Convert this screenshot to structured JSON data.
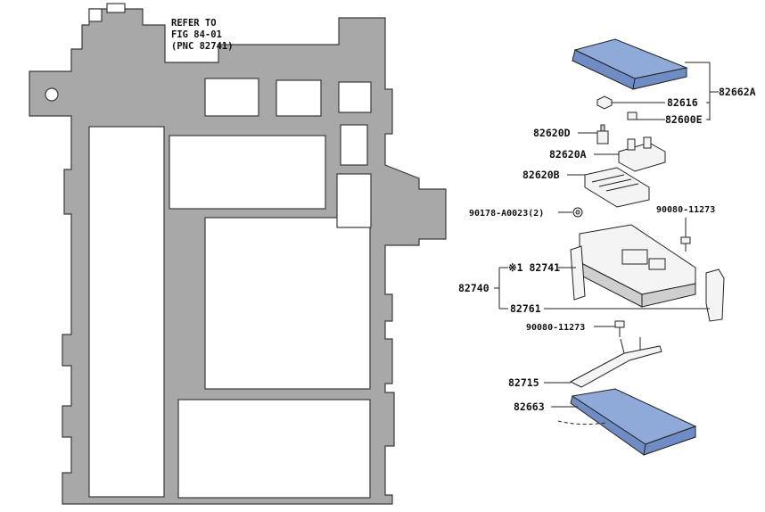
{
  "colors": {
    "panel_fill": "#a8a8a8",
    "cover_blue": "#8fa9d8",
    "outline": "#3a3a3a"
  },
  "note": {
    "lines": [
      "REFER TO",
      "FIG 84-01",
      "(PNC 82741)"
    ]
  },
  "labels": {
    "p82662A": "82662A",
    "p82616": "82616",
    "p82600E": "82600E",
    "p82620D": "82620D",
    "p82620A": "82620A",
    "p82620B": "82620B",
    "p90178": "90178-A0023(2)",
    "p90080_top": "90080-11273",
    "p82741": "※1 82741",
    "p82740": "82740",
    "p82761": "82761",
    "p90080_mid": "90080-11273",
    "p82715": "82715",
    "p82663": "82663"
  }
}
